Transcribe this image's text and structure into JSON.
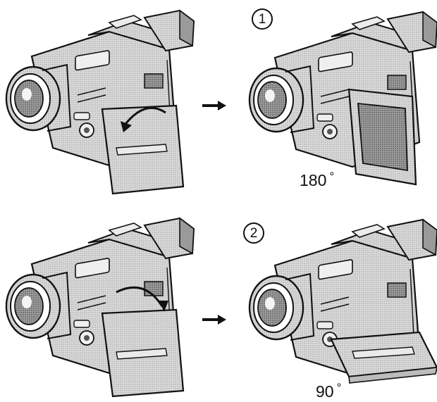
{
  "steps": [
    {
      "number": "1",
      "angle_value": "180",
      "angle_unit": "°"
    },
    {
      "number": "2",
      "angle_value": "90",
      "angle_unit": "°"
    }
  ],
  "colors": {
    "ink": "#111111",
    "body": "#d8d8d8",
    "shade": "#a8a8a8",
    "screen": "#8c8c8c"
  },
  "icons": [
    "camcorder-icon",
    "rotate-arrow-icon",
    "right-arrow-icon",
    "circled-number-icon"
  ]
}
